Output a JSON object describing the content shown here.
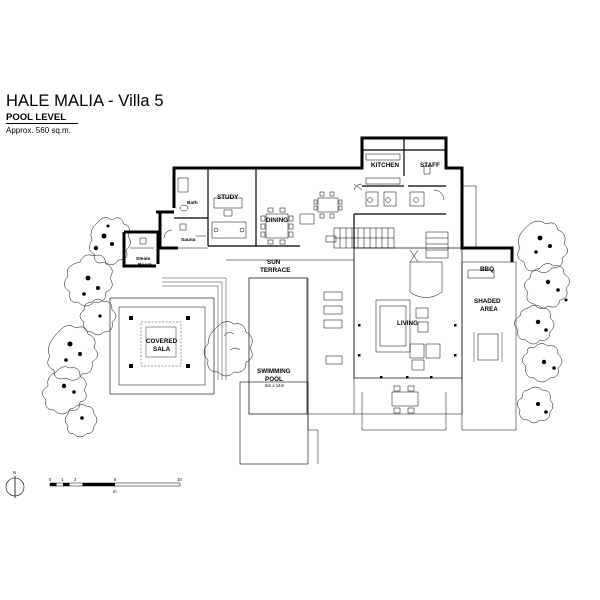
{
  "title": "HALE MALIA - Villa 5",
  "subtitle": "POOL LEVEL",
  "area": "Approx. 560 sq.m.",
  "rooms": {
    "kitchen": "KITCHEN",
    "staff": "STAFF",
    "study": "STUDY",
    "dining": "DINING",
    "bath": "Bath",
    "sauna": "Sauna",
    "steam_line1": "Steam",
    "steam_line2": "Room",
    "sun_line1": "SUN",
    "sun_line2": "TERRACE",
    "bbq": "BBQ",
    "shaded_line1": "SHADED",
    "shaded_line2": "AREA",
    "living": "LIVING",
    "covered_line1": "COVERED",
    "covered_line2": "SALA",
    "pool_line1": "SWIMMING",
    "pool_line2": "POOL",
    "pool_size": "5m x 14m"
  },
  "north_arrow": "N",
  "scale_bar": {
    "ticks": [
      "0",
      "1",
      "2",
      "5",
      "10"
    ],
    "unit": "m"
  },
  "colors": {
    "walls": "#000000",
    "lines": "#000000",
    "background": "#ffffff"
  }
}
